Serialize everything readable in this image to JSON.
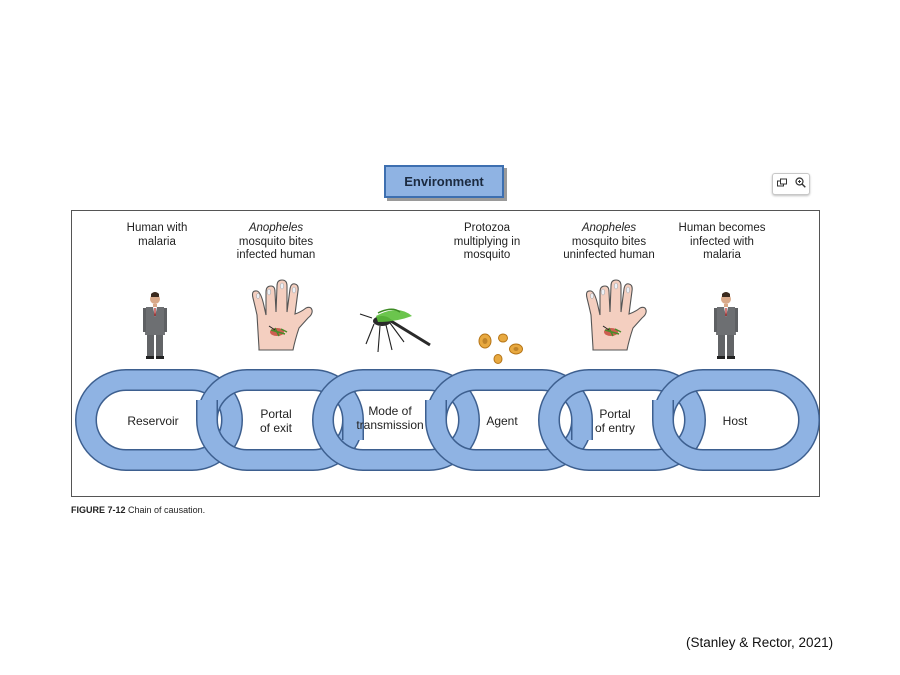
{
  "environment_label": "Environment",
  "toolbar": {
    "compare_icon": "compare-icon",
    "zoom_icon": "zoom-in-icon"
  },
  "stages": [
    {
      "top_line1": "Human with",
      "top_line1_italic": false,
      "top_line2": "malaria",
      "top_line3": "",
      "link_line1": "Reservoir",
      "link_line2": ""
    },
    {
      "top_line1": "Anopheles",
      "top_line1_italic": true,
      "top_line2": "mosquito bites",
      "top_line3": "infected human",
      "link_line1": "Portal",
      "link_line2": "of exit"
    },
    {
      "top_line1": "",
      "top_line1_italic": false,
      "top_line2": "",
      "top_line3": "",
      "link_line1": "Mode of",
      "link_line2": "transmission"
    },
    {
      "top_line1": "Protozoa",
      "top_line1_italic": false,
      "top_line2": "multiplying in",
      "top_line3": "mosquito",
      "link_line1": "Agent",
      "link_line2": ""
    },
    {
      "top_line1": "Anopheles",
      "top_line1_italic": true,
      "top_line2": "mosquito bites",
      "top_line3": "uninfected human",
      "link_line1": "Portal",
      "link_line2": "of entry"
    },
    {
      "top_line1": "Human becomes",
      "top_line1_italic": false,
      "top_line2": "infected with",
      "top_line3": "malaria",
      "link_line1": "Host",
      "link_line2": ""
    }
  ],
  "caption": {
    "label": "FIGURE 7-12",
    "text": "Chain of causation."
  },
  "source": "(Stanley & Rector, 2021)",
  "colors": {
    "link_fill": "#8fb3e3",
    "link_stroke": "#3d5f8f",
    "env_fill": "#8fb3e3"
  }
}
